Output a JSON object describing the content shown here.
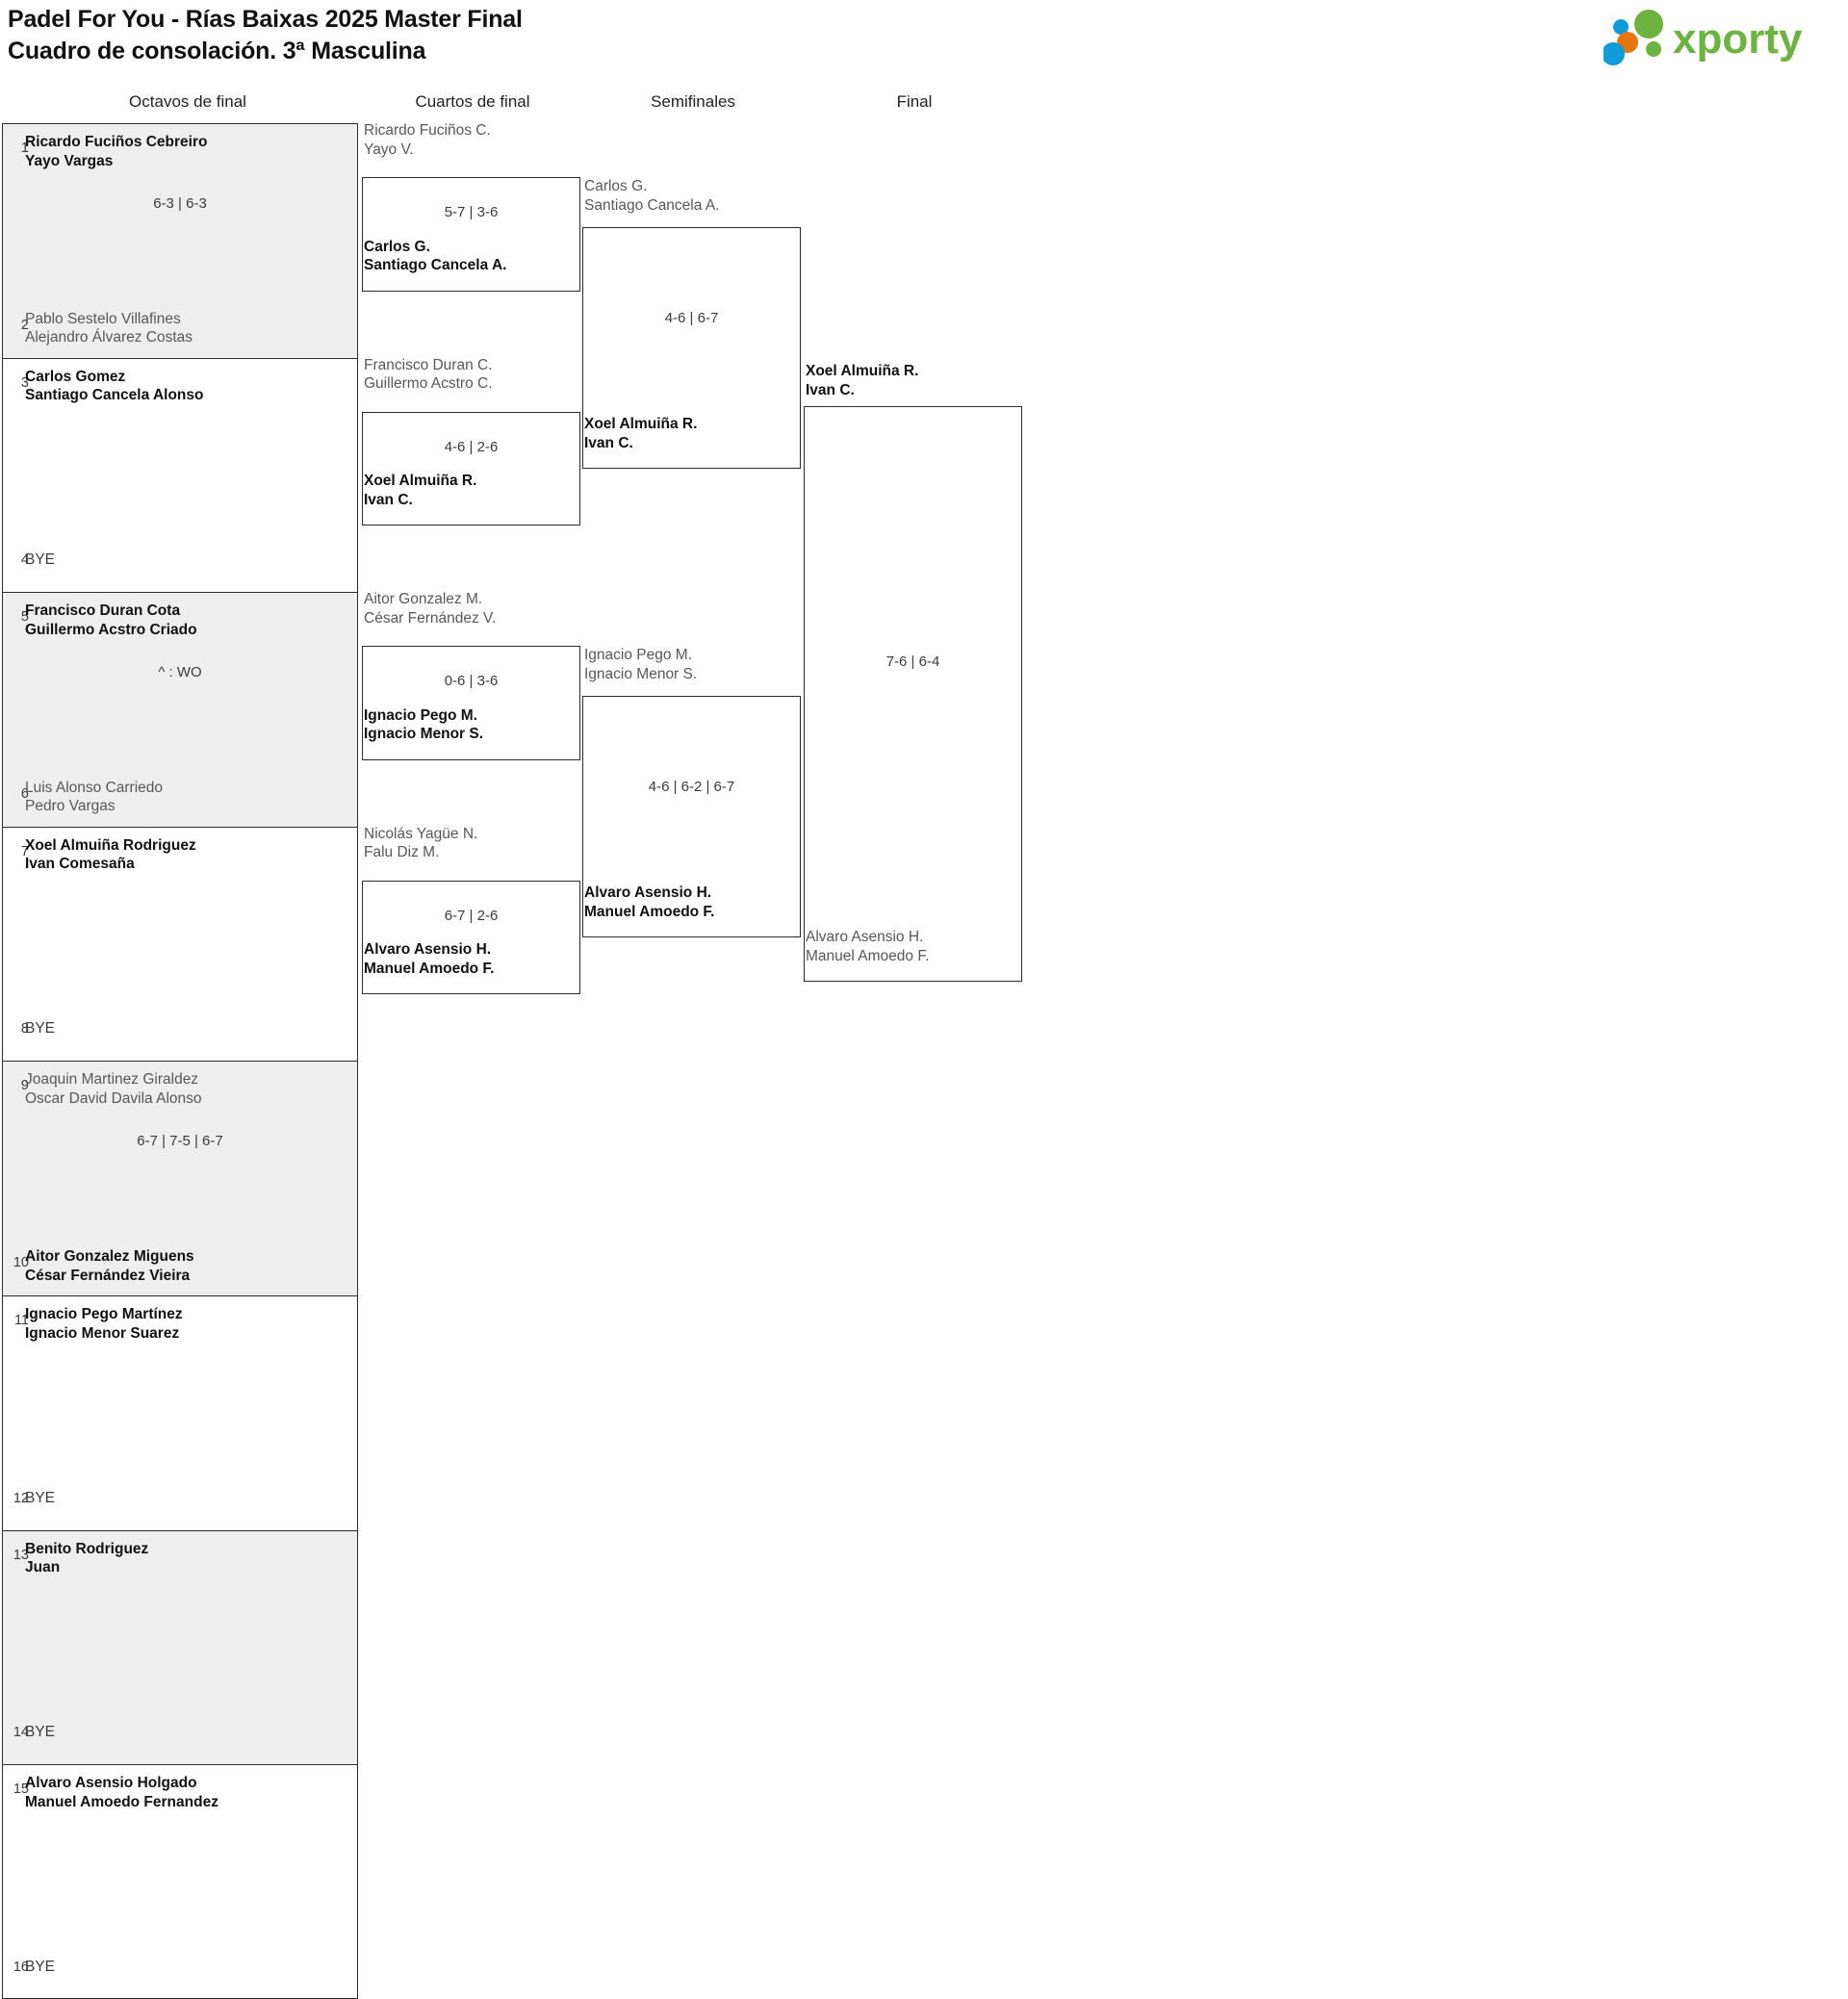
{
  "header": {
    "title_line1": "Padel For You - Rías Baixas 2025 Master Final",
    "title_line2": "Cuadro de consolación. 3ª Masculina",
    "logo_text": "xporty",
    "logo_colors": {
      "green": "#6cb33f",
      "orange": "#e8740c",
      "blue": "#0f9bd7"
    }
  },
  "rounds": [
    {
      "label": "Octavos de final"
    },
    {
      "label": "Cuartos de final"
    },
    {
      "label": "Semifinales"
    },
    {
      "label": "Final"
    }
  ],
  "round1": {
    "matches": [
      {
        "score": "6-3 | 6-3",
        "top": {
          "seed": "1",
          "p1": "Ricardo Fuciños Cebreiro",
          "p2": "Yayo Vargas",
          "result": "win"
        },
        "bottom": {
          "seed": "2",
          "p1": "Pablo Sestelo Villafines",
          "p2": "Alejandro Álvarez Costas",
          "result": "lose"
        }
      },
      {
        "score": "",
        "top": {
          "seed": "3",
          "p1": "Carlos Gomez",
          "p2": "Santiago Cancela Alonso",
          "result": "win"
        },
        "bottom": {
          "seed": "4",
          "p1": "BYE",
          "p2": "",
          "result": "bye"
        }
      },
      {
        "score": "^ : WO",
        "top": {
          "seed": "5",
          "p1": "Francisco Duran Cota",
          "p2": "Guillermo Acstro Criado",
          "result": "win"
        },
        "bottom": {
          "seed": "6",
          "p1": "Luis Alonso Carriedo",
          "p2": "Pedro Vargas",
          "result": "lose"
        }
      },
      {
        "score": "",
        "top": {
          "seed": "7",
          "p1": "Xoel Almuiña Rodriguez",
          "p2": "Ivan Comesaña",
          "result": "win"
        },
        "bottom": {
          "seed": "8",
          "p1": "BYE",
          "p2": "",
          "result": "bye"
        }
      },
      {
        "score": "6-7 | 7-5 | 6-7",
        "top": {
          "seed": "9",
          "p1": "Joaquin Martinez Giraldez",
          "p2": "Oscar David Davila Alonso",
          "result": "lose"
        },
        "bottom": {
          "seed": "10",
          "p1": "Aitor Gonzalez Miguens",
          "p2": "César Fernández Vieira",
          "result": "win"
        }
      },
      {
        "score": "",
        "top": {
          "seed": "11",
          "p1": "Ignacio Pego Martínez",
          "p2": "Ignacio Menor Suarez",
          "result": "win"
        },
        "bottom": {
          "seed": "12",
          "p1": "BYE",
          "p2": "",
          "result": "bye"
        }
      },
      {
        "score": "",
        "top": {
          "seed": "13",
          "p1": "Benito Rodriguez",
          "p2": "Juan",
          "result": "win"
        },
        "bottom": {
          "seed": "14",
          "p1": "BYE",
          "p2": "",
          "result": "bye"
        }
      },
      {
        "score": "",
        "top": {
          "seed": "15",
          "p1": "Alvaro Asensio Holgado",
          "p2": "Manuel Amoedo Fernandez",
          "result": "win"
        },
        "bottom": {
          "seed": "16",
          "p1": "BYE",
          "p2": "",
          "result": "bye"
        }
      }
    ]
  },
  "round2": {
    "matches": [
      {
        "score": "5-7 | 3-6",
        "top": {
          "p1": "Ricardo Fuciños C.",
          "p2": "Yayo V.",
          "result": "lose"
        },
        "bottom": {
          "p1": "Carlos G.",
          "p2": "Santiago Cancela A.",
          "result": "win"
        }
      },
      {
        "score": "4-6 | 2-6",
        "top": {
          "p1": "Francisco Duran C.",
          "p2": "Guillermo Acstro C.",
          "result": "lose"
        },
        "bottom": {
          "p1": "Xoel Almuiña R.",
          "p2": "Ivan C.",
          "result": "win"
        }
      },
      {
        "score": "0-6 | 3-6",
        "top": {
          "p1": "Aitor Gonzalez M.",
          "p2": "César Fernández V.",
          "result": "lose"
        },
        "bottom": {
          "p1": "Ignacio Pego M.",
          "p2": "Ignacio Menor S.",
          "result": "win"
        }
      },
      {
        "score": "6-7 | 2-6",
        "top": {
          "p1": "Nicolás Yagüe N.",
          "p2": "Falu Diz M.",
          "result": "lose"
        },
        "bottom": {
          "p1": "Alvaro Asensio H.",
          "p2": "Manuel Amoedo F.",
          "result": "win"
        }
      }
    ]
  },
  "round3": {
    "matches": [
      {
        "score": "4-6 | 6-7",
        "top": {
          "p1": "Carlos G.",
          "p2": "Santiago Cancela A.",
          "result": "lose"
        },
        "bottom": {
          "p1": "Xoel Almuiña R.",
          "p2": "Ivan C.",
          "result": "win"
        }
      },
      {
        "score": "4-6 | 6-2 | 6-7",
        "top": {
          "p1": "Ignacio Pego M.",
          "p2": "Ignacio Menor S.",
          "result": "lose"
        },
        "bottom": {
          "p1": "Alvaro Asensio H.",
          "p2": "Manuel Amoedo F.",
          "result": "win"
        }
      }
    ]
  },
  "round4": {
    "matches": [
      {
        "score": "7-6 | 6-4",
        "top": {
          "p1": "Xoel Almuiña R.",
          "p2": "Ivan C.",
          "result": "win"
        },
        "bottom": {
          "p1": "Alvaro Asensio H.",
          "p2": "Manuel Amoedo F.",
          "result": "lose"
        }
      }
    ]
  }
}
